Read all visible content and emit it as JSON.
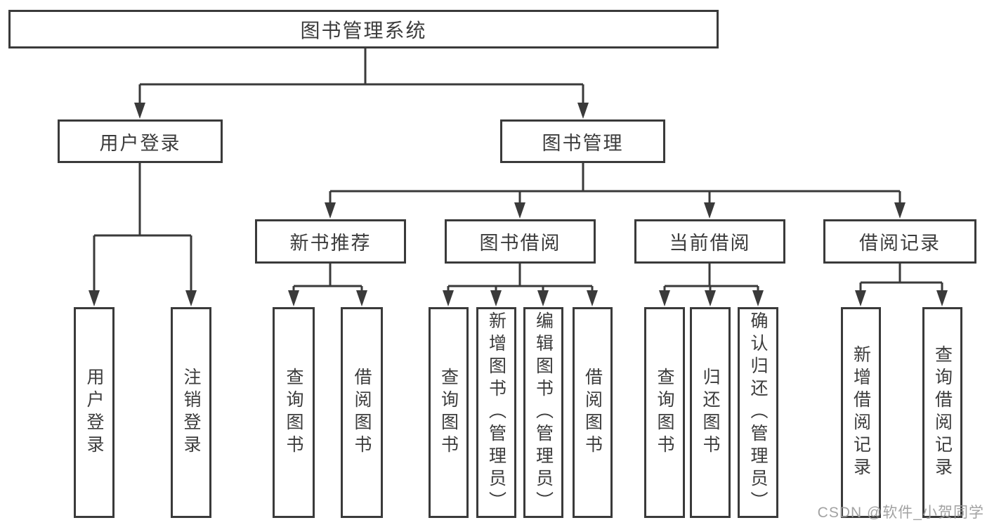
{
  "diagram": {
    "root": {
      "label": "图书管理系统"
    },
    "level2": [
      {
        "label": "用户登录"
      },
      {
        "label": "图书管理"
      }
    ],
    "level3": [
      {
        "label": "新书推荐"
      },
      {
        "label": "图书借阅"
      },
      {
        "label": "当前借阅"
      },
      {
        "label": "借阅记录"
      }
    ],
    "leaves": [
      {
        "label": "用户登录"
      },
      {
        "label": "注销登录"
      },
      {
        "label": "查询图书"
      },
      {
        "label": "借阅图书"
      },
      {
        "label": "查询图书"
      },
      {
        "label": "新增图书（管理员）"
      },
      {
        "label": "编辑图书（管理员）"
      },
      {
        "label": "借阅图书"
      },
      {
        "label": "查询图书"
      },
      {
        "label": "归还图书"
      },
      {
        "label": "确认归还（管理员）"
      },
      {
        "label": "新增借阅记录"
      },
      {
        "label": "查询借阅记录"
      }
    ],
    "watermark": "CSDN @软件_小贺同学",
    "colors": {
      "line": "#3a3a3a",
      "text": "#3c3c3c",
      "watermark_text": "#9b9b9b",
      "background": "#ffffff"
    }
  }
}
